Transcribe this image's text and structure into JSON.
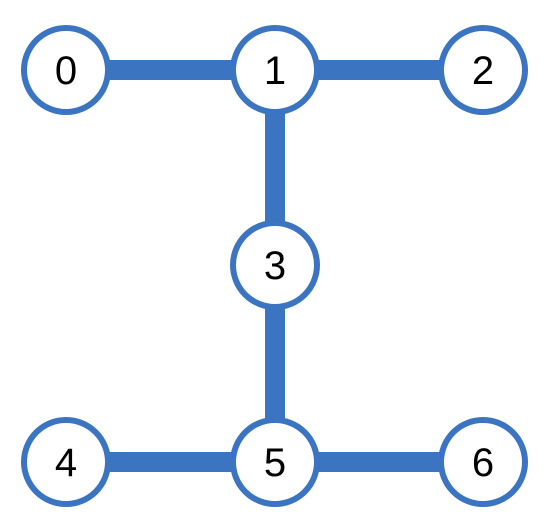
{
  "colors": {
    "edge": "#3b74c1",
    "node_stroke": "#3b74c1",
    "node_fill": "#ffffff",
    "label": "#000000",
    "background": "#ffffff"
  },
  "graph": {
    "nodes": [
      {
        "id": 0,
        "label": "0"
      },
      {
        "id": 1,
        "label": "1"
      },
      {
        "id": 2,
        "label": "2"
      },
      {
        "id": 3,
        "label": "3"
      },
      {
        "id": 4,
        "label": "4"
      },
      {
        "id": 5,
        "label": "5"
      },
      {
        "id": 6,
        "label": "6"
      }
    ],
    "edges": [
      [
        0,
        1
      ],
      [
        1,
        2
      ],
      [
        1,
        3
      ],
      [
        3,
        5
      ],
      [
        4,
        5
      ],
      [
        5,
        6
      ]
    ]
  }
}
